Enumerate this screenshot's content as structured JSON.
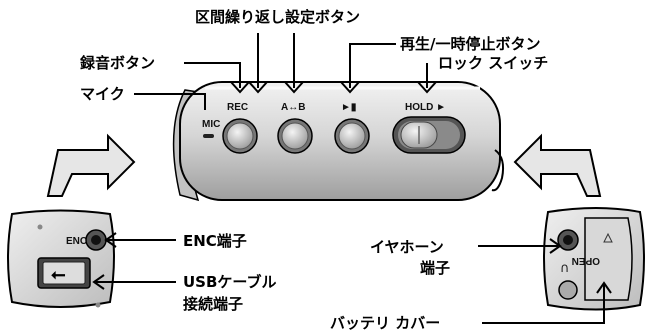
{
  "labels": {
    "ab_button": "区間繰り返し設定ボタン",
    "play_pause_button": "再生/一時停止ボタン",
    "rec_button": "録音ボタン",
    "hold_switch": "ロック スイッチ",
    "mic": "マイク",
    "enc_port": "ENC端子",
    "usb_port_line1": "USBケーブル",
    "usb_port_line2": "接続端子",
    "earphone_line1": "イヤホーン",
    "earphone_line2": "端子",
    "battery_cover": "バッテリ カバー"
  },
  "device_text": {
    "rec": "REC",
    "ab": "A↔B",
    "play": "►▮",
    "hold": "HOLD ►",
    "mic": "MIC",
    "enc": "ENC",
    "usb_symbol": "⭠",
    "open": "OPEN"
  },
  "colors": {
    "body": "#d9d9d9",
    "line": "#000000",
    "button_face": "#c8c8c8"
  }
}
